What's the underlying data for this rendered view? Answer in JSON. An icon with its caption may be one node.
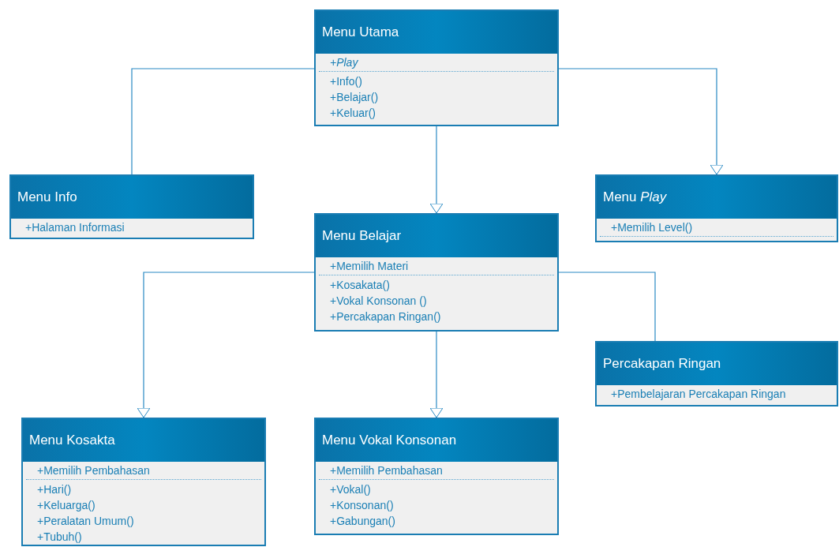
{
  "diagram": {
    "nodes": [
      {
        "text": [
          "Menu Utama",
          "+Play",
          "+Info()",
          "+Belajar()",
          "+Keluar()"
        ]
      },
      {
        "text": [
          "Menu Info",
          "+Halaman Informasi"
        ]
      },
      {
        "text": [
          "Menu *Play*",
          "+Memilih Level()"
        ]
      },
      {
        "text": [
          "Menu Belajar",
          "+Memilih Materi",
          "+Kosakata()",
          "+Vokal Konsonan ()",
          "+Percakapan Ringan()"
        ]
      },
      {
        "text": [
          "Percakapan Ringan",
          "+Pembelajaran Percakapan Ringan"
        ]
      },
      {
        "text": [
          "Menu Kosakta",
          "+Memilih Pembahasan",
          "+Hari()",
          "+Keluarga()",
          "+Peralatan Umum()",
          "+Tubuh()"
        ]
      },
      {
        "text": [
          "Menu Vokal Konsonan",
          "+Memilih Pembahasan",
          "+Vokal()",
          "+Konsonan()",
          "+Gabungan()"
        ]
      }
    ],
    "edges": [
      {
        "from": 0,
        "to": 1,
        "arrow": "none"
      },
      {
        "from": 0,
        "to": 2,
        "arrow": "to"
      },
      {
        "from": 0,
        "to": 3,
        "arrow": "to"
      },
      {
        "from": 3,
        "to": 5,
        "arrow": "to"
      },
      {
        "from": 3,
        "to": 6,
        "arrow": "to"
      },
      {
        "from": 3,
        "to": 4,
        "arrow": "none"
      }
    ]
  }
}
